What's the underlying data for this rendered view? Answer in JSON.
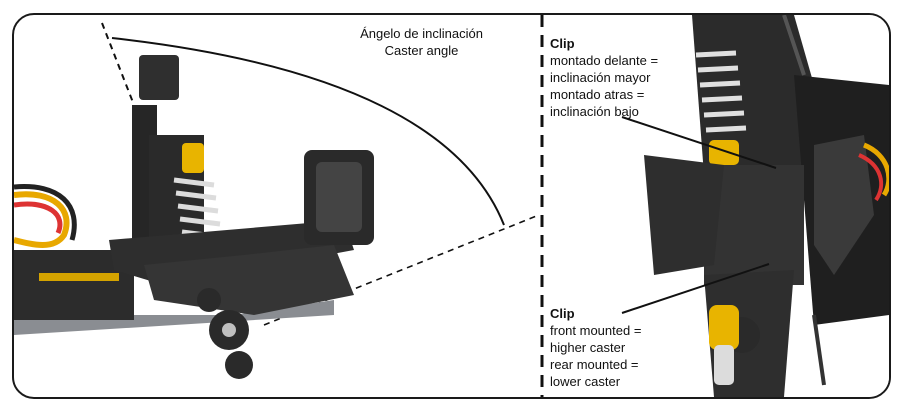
{
  "caption": {
    "es": "Ángelo de inclinación",
    "en": "Caster angle"
  },
  "clip_spanish": {
    "title": "Clip",
    "lines": [
      "montado delante =",
      "inclinación mayor",
      "montado atras =",
      "inclinación bajo"
    ]
  },
  "clip_english": {
    "title": "Clip",
    "lines": [
      "front mounted =",
      "higher caster",
      "rear mounted =",
      "lower caster"
    ]
  },
  "colors": {
    "accent": "#e8b400",
    "chassis": "#2a2a2a",
    "spring": "#e6e6e6"
  }
}
